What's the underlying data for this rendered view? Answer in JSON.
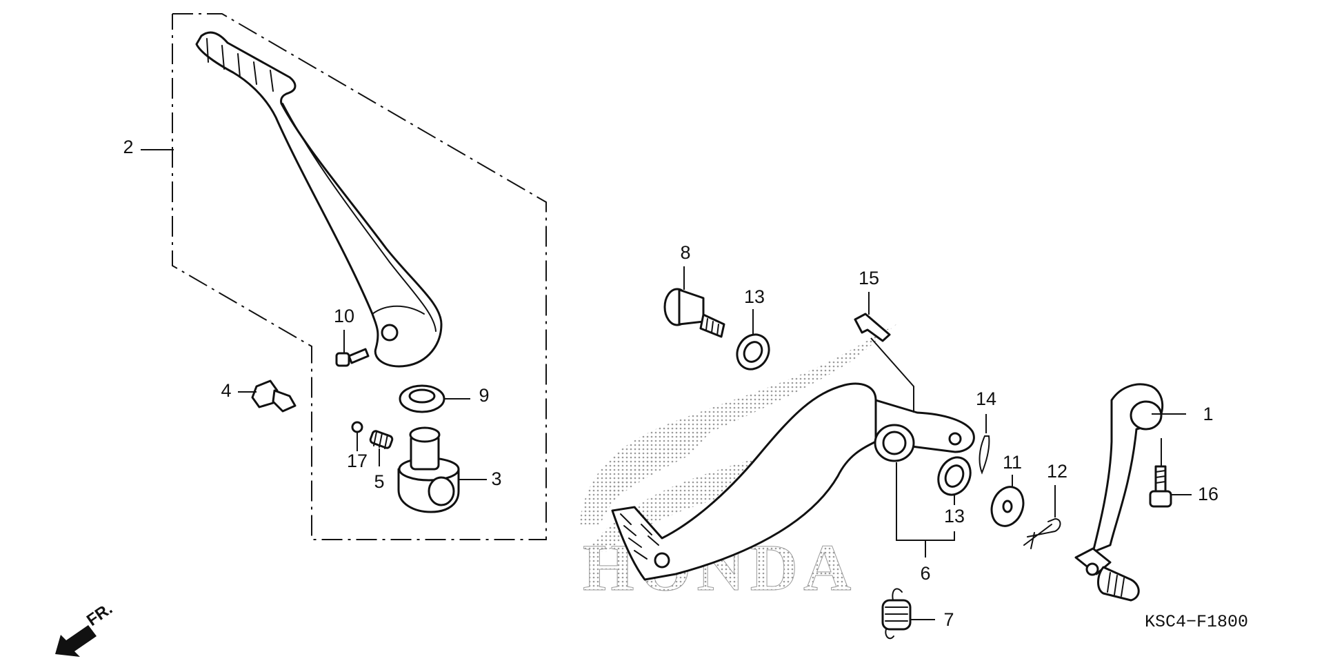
{
  "diagram": {
    "callouts": [
      {
        "id": "c1",
        "text": "1"
      },
      {
        "id": "c2",
        "text": "2"
      },
      {
        "id": "c3",
        "text": "3"
      },
      {
        "id": "c4",
        "text": "4"
      },
      {
        "id": "c5",
        "text": "5"
      },
      {
        "id": "c6",
        "text": "6"
      },
      {
        "id": "c7",
        "text": "7"
      },
      {
        "id": "c8",
        "text": "8"
      },
      {
        "id": "c9",
        "text": "9"
      },
      {
        "id": "c10",
        "text": "10"
      },
      {
        "id": "c11",
        "text": "11"
      },
      {
        "id": "c12",
        "text": "12"
      },
      {
        "id": "c13a",
        "text": "13"
      },
      {
        "id": "c13b",
        "text": "13"
      },
      {
        "id": "c14",
        "text": "14"
      },
      {
        "id": "c15",
        "text": "15"
      },
      {
        "id": "c16",
        "text": "16"
      },
      {
        "id": "c17",
        "text": "17"
      }
    ],
    "figure_code": "KSC4−F1800",
    "front_arrow_label": "FR.",
    "watermark_text": "HONDA"
  },
  "colors": {
    "line": "#111111",
    "background": "#ffffff",
    "watermark_dots": "#9a9a9a"
  },
  "icons": [
    "front-direction-arrow-icon",
    "honda-wing-watermark-icon"
  ]
}
